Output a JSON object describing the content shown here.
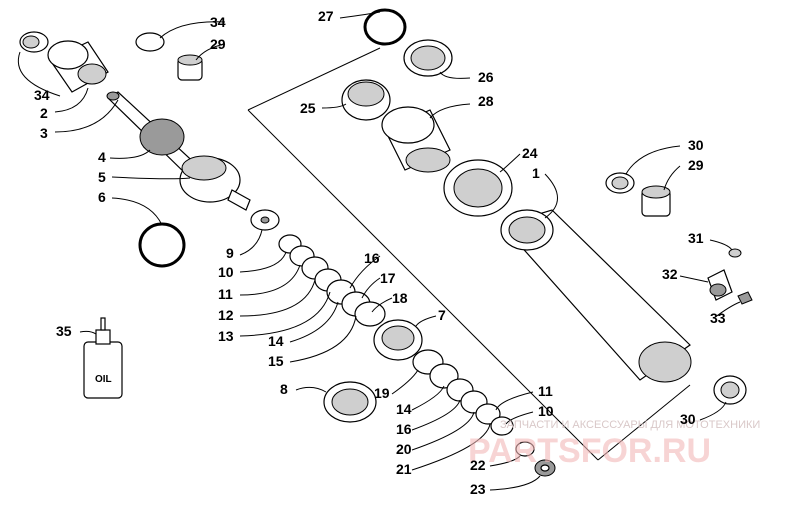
{
  "diagram": {
    "labels": [
      {
        "id": "l34a",
        "text": "34"
      },
      {
        "id": "l29a",
        "text": "29"
      },
      {
        "id": "l34b",
        "text": "34"
      },
      {
        "id": "l2",
        "text": "2"
      },
      {
        "id": "l3",
        "text": "3"
      },
      {
        "id": "l4",
        "text": "4"
      },
      {
        "id": "l5",
        "text": "5"
      },
      {
        "id": "l6",
        "text": "6"
      },
      {
        "id": "l27",
        "text": "27"
      },
      {
        "id": "l26",
        "text": "26"
      },
      {
        "id": "l25",
        "text": "25"
      },
      {
        "id": "l28",
        "text": "28"
      },
      {
        "id": "l24",
        "text": "24"
      },
      {
        "id": "l1",
        "text": "1"
      },
      {
        "id": "l30a",
        "text": "30"
      },
      {
        "id": "l29b",
        "text": "29"
      },
      {
        "id": "l31",
        "text": "31"
      },
      {
        "id": "l32",
        "text": "32"
      },
      {
        "id": "l33",
        "text": "33"
      },
      {
        "id": "l9",
        "text": "9"
      },
      {
        "id": "l10a",
        "text": "10"
      },
      {
        "id": "l11a",
        "text": "11"
      },
      {
        "id": "l12",
        "text": "12"
      },
      {
        "id": "l13",
        "text": "13"
      },
      {
        "id": "l14a",
        "text": "14"
      },
      {
        "id": "l15",
        "text": "15"
      },
      {
        "id": "l16a",
        "text": "16"
      },
      {
        "id": "l17",
        "text": "17"
      },
      {
        "id": "l18",
        "text": "18"
      },
      {
        "id": "l7",
        "text": "7"
      },
      {
        "id": "l35",
        "text": "35"
      },
      {
        "id": "l8",
        "text": "8"
      },
      {
        "id": "l19",
        "text": "19"
      },
      {
        "id": "l14b",
        "text": "14"
      },
      {
        "id": "l16b",
        "text": "16"
      },
      {
        "id": "l20",
        "text": "20"
      },
      {
        "id": "l21",
        "text": "21"
      },
      {
        "id": "l11b",
        "text": "11"
      },
      {
        "id": "l10b",
        "text": "10"
      },
      {
        "id": "l22",
        "text": "22"
      },
      {
        "id": "l23",
        "text": "23"
      },
      {
        "id": "l30b",
        "text": "30"
      }
    ],
    "oil_bottle_text": "OIL",
    "watermark_text": "ЗАПЧАСТИ И АКСЕССУАРЫ ДЛЯ МОТОТЕХНИКИ",
    "watermark_logo": "PARTSFOR.RU"
  }
}
